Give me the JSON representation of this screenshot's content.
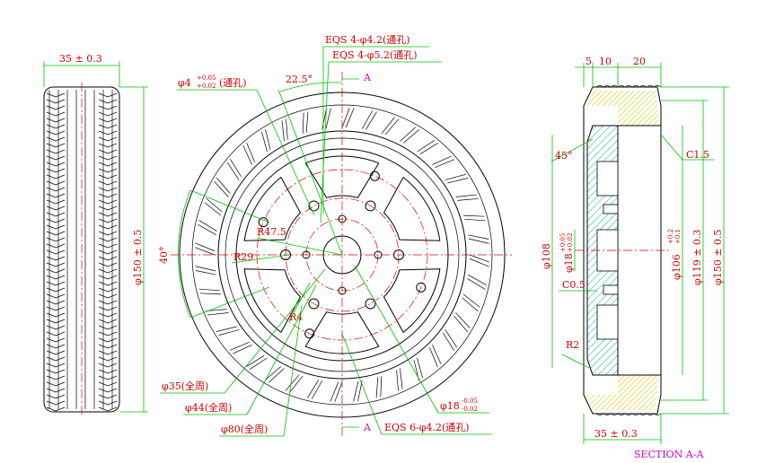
{
  "side_view": {
    "width_dim": "35 ± 0.3",
    "height_dim": "φ150 ± 0.5"
  },
  "front_view": {
    "section_mark_top": "A",
    "section_mark_bottom": "A",
    "angle_top": "22.5°",
    "angle_left": "40°",
    "hole_small_base": "φ4",
    "hole_small_upper": "+0.05",
    "hole_small_lower": "+0.02",
    "hole_small_suffix": "(通孔)",
    "eqs_top1": "EQS 4-φ4.2(通孔)",
    "eqs_top2": "EQS 4-φ5.2(通孔)",
    "eqs_bottom": "EQS 6-φ4.2(通孔)",
    "r47": "R47.5",
    "r29": "R29",
    "r4": "R4",
    "d35": "φ35(全周)",
    "d44": "φ44(全周)",
    "d80": "φ80(全周)",
    "d18_base": "φ18",
    "d18_upper": "-0.05",
    "d18_lower": "-0.02"
  },
  "section_view": {
    "dim_5": "5",
    "dim_10": "10",
    "dim_20": "20",
    "angle_45": "45°",
    "c15": "C1.5",
    "c05": "C0.5",
    "r2": "R2",
    "d108": "φ108",
    "d18_base": "φ18",
    "d18_upper": "+0.05",
    "d18_lower": "+0.02",
    "d106_base": "φ106",
    "d106_upper": "+0.2",
    "d106_lower": "+0.1",
    "d119": "φ119 ± 0.3",
    "d150": "φ150 ± 0.5",
    "width_dim": "35 ± 0.3",
    "title": "SECTION A-A"
  }
}
